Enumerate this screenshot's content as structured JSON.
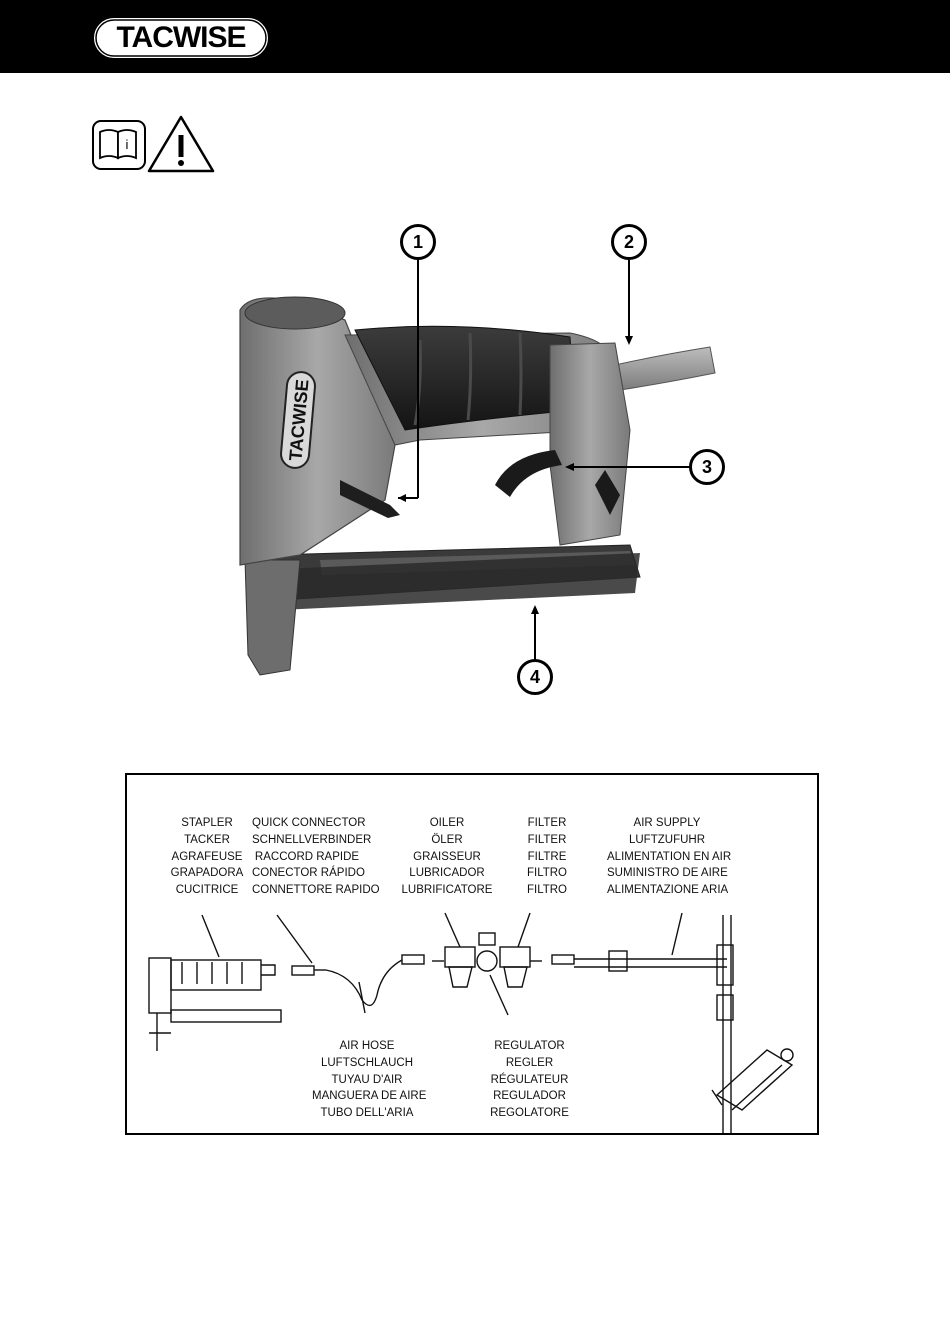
{
  "brand": {
    "logo_text": "TACWISE"
  },
  "callouts": [
    "1",
    "2",
    "3",
    "4"
  ],
  "diagram": {
    "stapler": [
      "STAPLER",
      "TACKER",
      "AGRAFEUSE",
      "GRAPADORA",
      "CUCITRICE"
    ],
    "quick_connector": [
      "QUICK CONNECTOR",
      "SCHNELLVERBINDER",
      "RACCORD RAPIDE",
      "CONECTOR RÁPIDO",
      "CONNETTORE RAPIDO"
    ],
    "oiler": [
      "OILER",
      "ÖLER",
      "GRAISSEUR",
      "LUBRICADOR",
      "LUBRIFICATORE"
    ],
    "filter": [
      "FILTER",
      "FILTER",
      "FILTRE",
      "FILTRO",
      "FILTRO"
    ],
    "air_supply": [
      "AIR SUPPLY",
      "LUFTZUFUHR",
      "ALIMENTATION EN AIR",
      "SUMINISTRO DE AIRE",
      "ALIMENTAZIONE ARIA"
    ],
    "air_hose": [
      "AIR HOSE",
      "LUFTSCHLAUCH",
      "TUYAU D'AIR",
      "MANGUERA DE AIRE",
      "TUBO DELL'ARIA"
    ],
    "regulator": [
      "REGULATOR",
      "REGLER",
      "RÉGULATEUR",
      "REGULADOR",
      "REGOLATORE"
    ]
  },
  "icons": {
    "manual": "info-book-icon",
    "warning": "warning-triangle-icon"
  },
  "colors": {
    "header": "#000000",
    "tool_body": "#8e8e8e",
    "grip": "#262626"
  }
}
